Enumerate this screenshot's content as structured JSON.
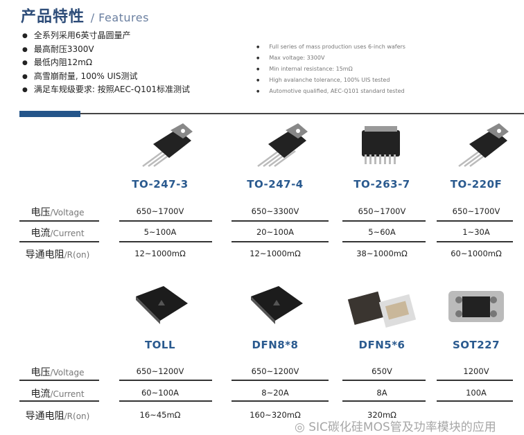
{
  "header": {
    "title_cn": "产品特性",
    "title_en": "/ Features"
  },
  "features_cn": [
    "全系列采用6英寸晶圆量产",
    "最高耐压3300V",
    "最低内阻12mΩ",
    "高雪崩耐量, 100% UIS测试",
    "满足车规级要求: 按照AEC-Q101标准测试"
  ],
  "features_en": [
    "Full series of mass production uses 6-inch wafers",
    "Max voltage: 3300V",
    "Min internal resistance: 15mΩ",
    "High avalanche tolerance, 100% UIS tested",
    "Automotive qualified, AEC-Q101 standard tested"
  ],
  "row_labels": [
    {
      "cn": "电压",
      "en": "/Voltage"
    },
    {
      "cn": "电流",
      "en": "/Current"
    },
    {
      "cn": "导通电阻",
      "en": "/R(on)"
    }
  ],
  "table1": [
    {
      "name": "TO-247-3",
      "voltage": "650~1700V",
      "current": "5~100A",
      "ron": "12~1000mΩ"
    },
    {
      "name": "TO-247-4",
      "voltage": "650~3300V",
      "current": "20~100A",
      "ron": "12~1000mΩ"
    },
    {
      "name": "TO-263-7",
      "voltage": "650~1700V",
      "current": "5~60A",
      "ron": "38~1000mΩ"
    },
    {
      "name": "TO-220F",
      "voltage": "650~1700V",
      "current": "1~30A",
      "ron": "60~1000mΩ"
    }
  ],
  "table2": [
    {
      "name": "TOLL",
      "voltage": "650~1200V",
      "current": "60~100A",
      "ron": "16~45mΩ"
    },
    {
      "name": "DFN8*8",
      "voltage": "650~1200V",
      "current": "8~20A",
      "ron": "160~320mΩ"
    },
    {
      "name": "DFN5*6",
      "voltage": "650V",
      "current": "8A",
      "ron": "320mΩ"
    },
    {
      "name": "SOT227",
      "voltage": "1200V",
      "current": "100A",
      "ron": ""
    }
  ],
  "watermark": "SIC碳化硅MOS管及功率模块的应用",
  "colors": {
    "title": "#2d4c78",
    "accent_bar": "#24558a",
    "product_title": "#2a5a8f"
  }
}
